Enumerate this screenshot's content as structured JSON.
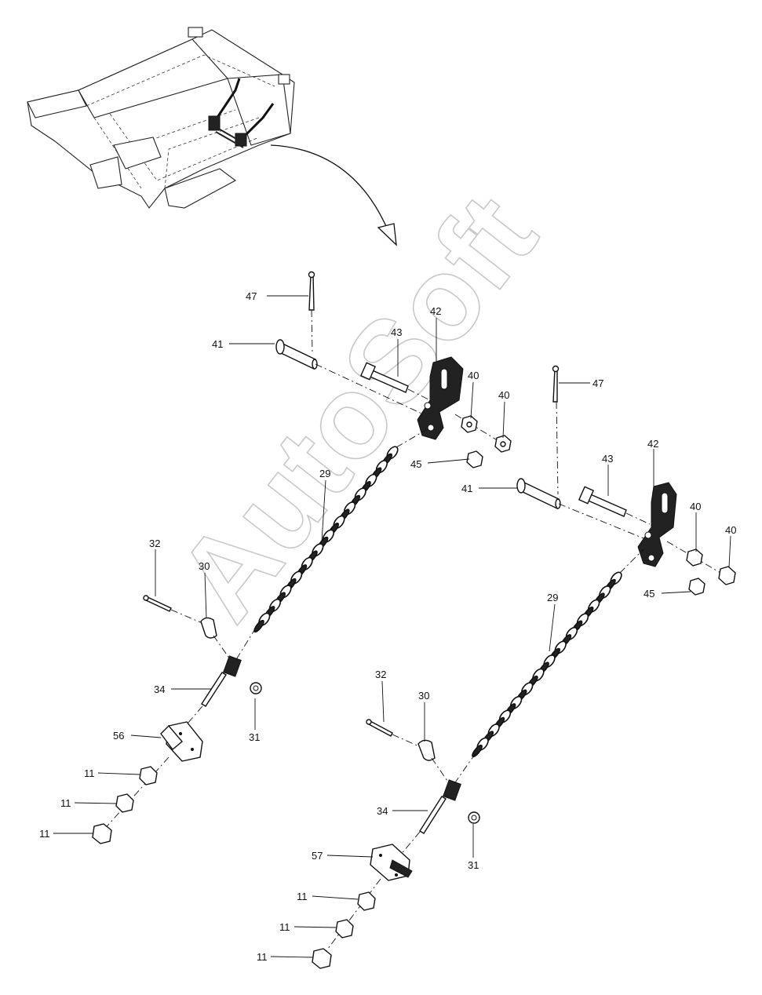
{
  "watermark": "AutoSoft",
  "callouts": {
    "c47a": "47",
    "c41a": "41",
    "c43a": "43",
    "c42a": "42",
    "c40a": "40",
    "c40b": "40",
    "c45a": "45",
    "c29a": "29",
    "c47b": "47",
    "c43b": "43",
    "c42b": "42",
    "c41b": "41",
    "c40c": "40",
    "c40d": "40",
    "c45b": "45",
    "c29b": "29",
    "c32a": "32",
    "c30a": "30",
    "c34a": "34",
    "c31a": "31",
    "c56": "56",
    "c11a": "11",
    "c11b": "11",
    "c11c": "11",
    "c32b": "32",
    "c30b": "30",
    "c34b": "34",
    "c31b": "31",
    "c57": "57",
    "c11d": "11",
    "c11e": "11",
    "c11f": "11"
  }
}
